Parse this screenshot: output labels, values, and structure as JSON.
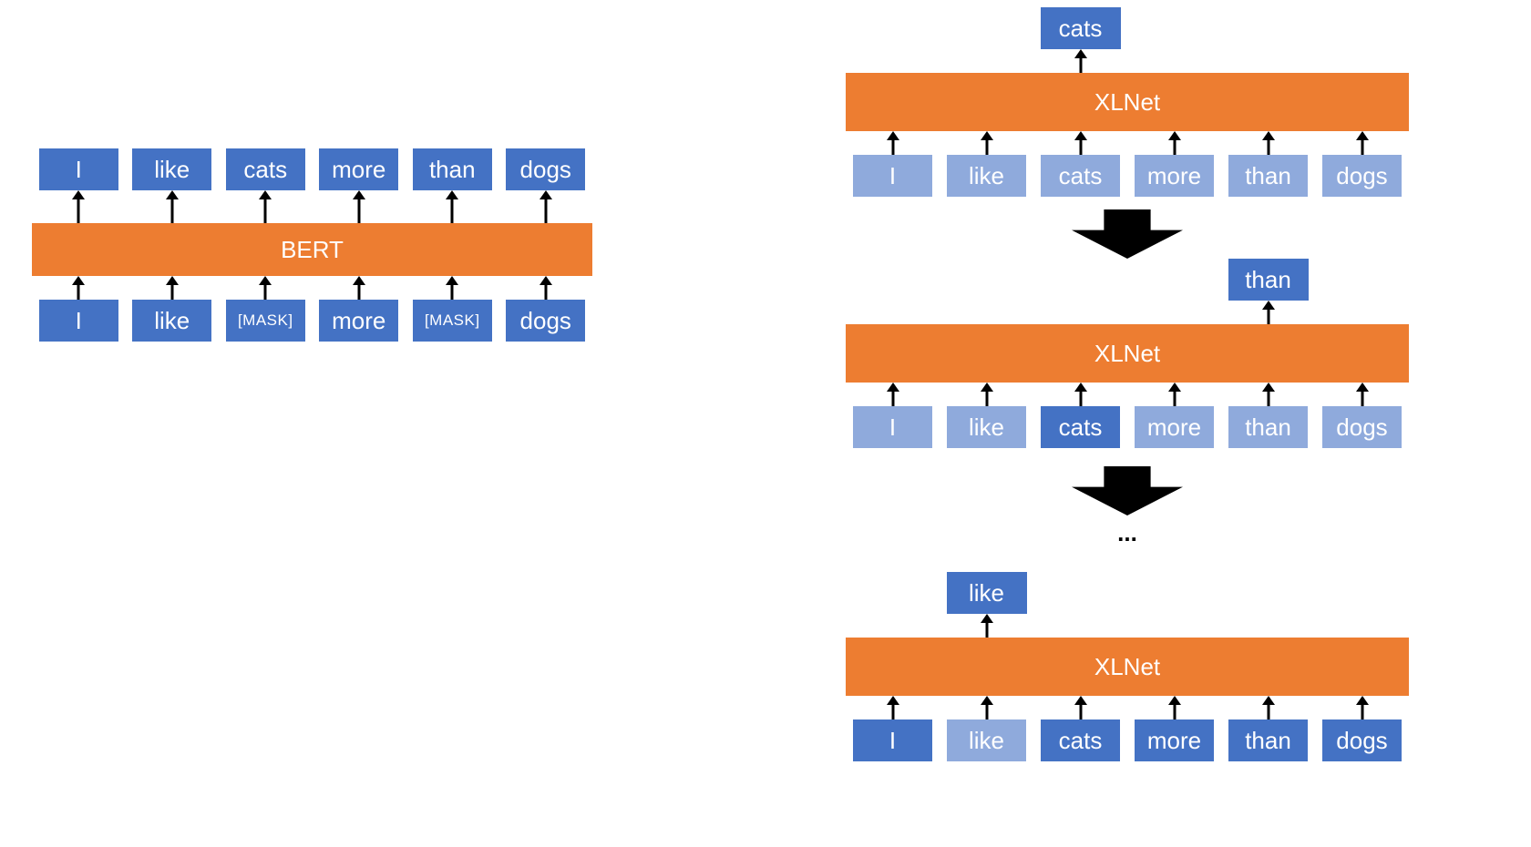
{
  "colors": {
    "dark_blue": "#4472C4",
    "light_blue": "#8FAADC",
    "orange": "#ED7D31",
    "arrow_black": "#000000",
    "background": "#FFFFFF"
  },
  "left_diagram": {
    "model": "BERT",
    "outputs": [
      "I",
      "like",
      "cats",
      "more",
      "than",
      "dogs"
    ],
    "inputs": [
      "I",
      "like",
      "[MASK]",
      "more",
      "[MASK]",
      "dogs"
    ]
  },
  "right_diagram": {
    "model": "XLNet",
    "ellipsis": "...",
    "stages": [
      {
        "predicted_token": "cats",
        "predicted_column": 3,
        "inputs": [
          {
            "token": "I",
            "state": "light"
          },
          {
            "token": "like",
            "state": "light"
          },
          {
            "token": "cats",
            "state": "light"
          },
          {
            "token": "more",
            "state": "light"
          },
          {
            "token": "than",
            "state": "light"
          },
          {
            "token": "dogs",
            "state": "light"
          }
        ]
      },
      {
        "predicted_token": "than",
        "predicted_column": 5,
        "inputs": [
          {
            "token": "I",
            "state": "light"
          },
          {
            "token": "like",
            "state": "light"
          },
          {
            "token": "cats",
            "state": "dark"
          },
          {
            "token": "more",
            "state": "light"
          },
          {
            "token": "than",
            "state": "light"
          },
          {
            "token": "dogs",
            "state": "light"
          }
        ]
      },
      {
        "predicted_token": "like",
        "predicted_column": 2,
        "inputs": [
          {
            "token": "I",
            "state": "dark"
          },
          {
            "token": "like",
            "state": "light"
          },
          {
            "token": "cats",
            "state": "dark"
          },
          {
            "token": "more",
            "state": "dark"
          },
          {
            "token": "than",
            "state": "dark"
          },
          {
            "token": "dogs",
            "state": "dark"
          }
        ]
      }
    ]
  }
}
